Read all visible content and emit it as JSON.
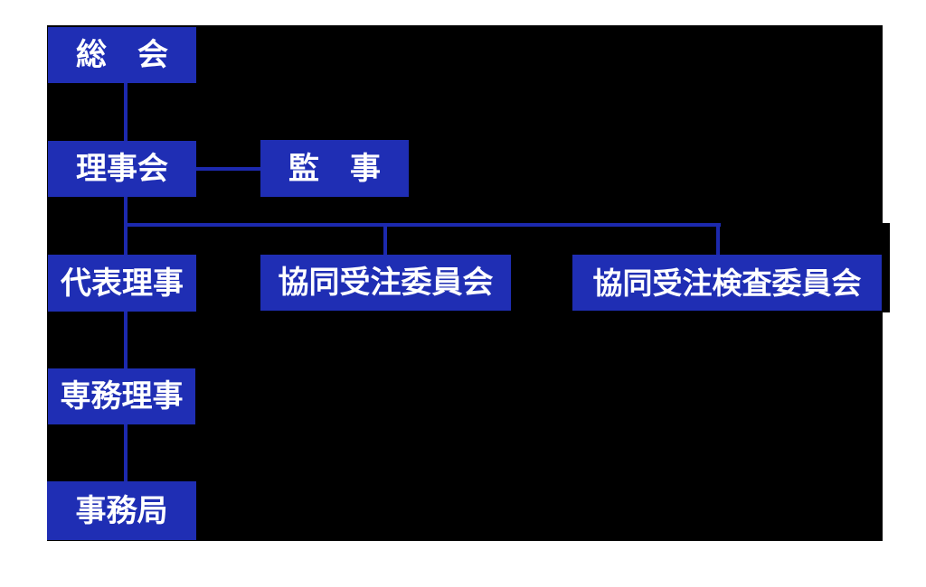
{
  "diagram": {
    "type": "organization-chart",
    "colors": {
      "page_background": "#ffffff",
      "panel_background": "#000000",
      "node_fill": "#1f2eb4",
      "connector": "#1c29ae",
      "node_text": "#ffffff"
    },
    "nodes": {
      "soukai": {
        "label": "総　会"
      },
      "rijikai": {
        "label": "理事会"
      },
      "kanji": {
        "label": "監　事"
      },
      "daihyou_riji": {
        "label": "代表理事"
      },
      "juchuu_iinkai": {
        "label": "協同受注委員会"
      },
      "kensa_iinkai": {
        "label": "協同受注検査委員会"
      },
      "senmu_riji": {
        "label": "専務理事"
      },
      "jimukyoku": {
        "label": "事務局"
      }
    },
    "connections": [
      {
        "from": "soukai",
        "to": "rijikai"
      },
      {
        "from": "rijikai",
        "to": "kanji"
      },
      {
        "from": "rijikai",
        "to": "daihyou_riji"
      },
      {
        "from": "rijikai",
        "to": "juchuu_iinkai"
      },
      {
        "from": "rijikai",
        "to": "kensa_iinkai"
      },
      {
        "from": "daihyou_riji",
        "to": "senmu_riji"
      },
      {
        "from": "senmu_riji",
        "to": "jimukyoku"
      }
    ]
  }
}
